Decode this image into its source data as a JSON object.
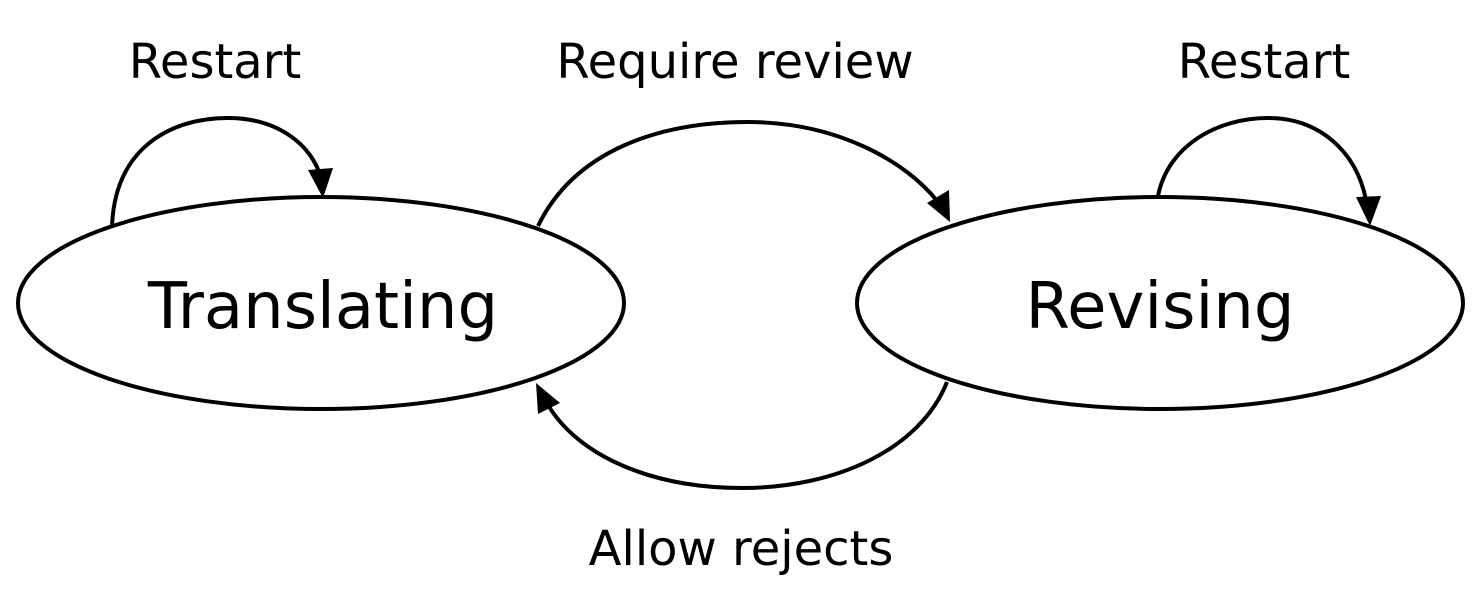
{
  "diagram": {
    "states": {
      "translating": "Translating",
      "revising": "Revising"
    },
    "transitions": {
      "restart_translating": "Restart",
      "require_review": "Require review",
      "restart_revising": "Restart",
      "allow_rejects": "Allow rejects"
    },
    "colors": {
      "stroke": "#000000",
      "fill": "#ffffff",
      "background": "#ffffff"
    }
  }
}
